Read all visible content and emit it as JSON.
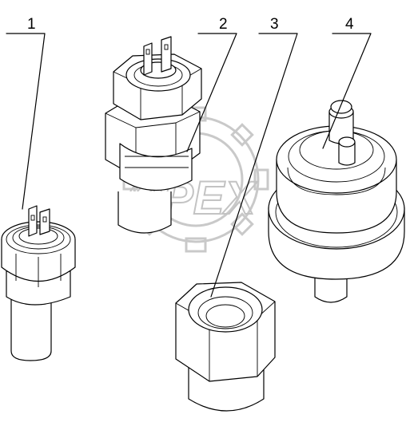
{
  "watermark": {
    "text": "OPEX"
  },
  "callouts": [
    {
      "label": "1"
    },
    {
      "label": "2"
    },
    {
      "label": "3"
    },
    {
      "label": "4"
    }
  ]
}
